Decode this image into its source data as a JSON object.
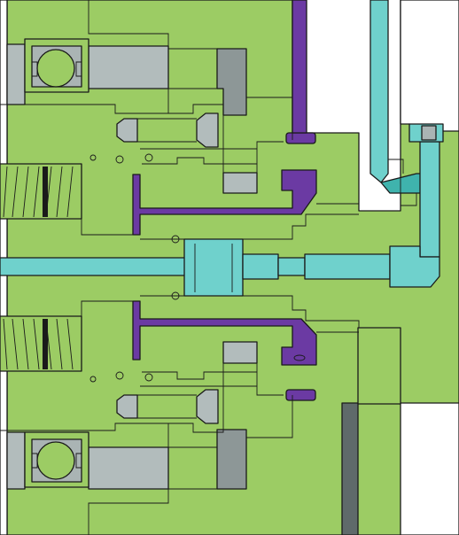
{
  "diagram": {
    "type": "mechanical cross-section",
    "colors": {
      "background": "#ffffff",
      "housing": "#9ccc64",
      "bore": "#b2bcbc",
      "bearing": "#aab4b4",
      "cavity": "#8d9797",
      "coolant_channel": "#6fd1cc",
      "coolant_channel_dark": "#3fb3ad",
      "seal_parts": "#6b3aa3",
      "rod": "#5f6a6a",
      "outline": "#1a1a1a",
      "spring": "#9ccc64"
    },
    "parts": [
      "housing",
      "upper-bearing",
      "lower-bearing",
      "upper-spring-pack",
      "lower-spring-pack",
      "central-coolant-bore",
      "vertical-coolant-channel",
      "rotary-union-fitting",
      "upper-seal-ring",
      "lower-seal-ring",
      "vertical-drain-rod",
      "upper-fastener",
      "lower-fastener"
    ]
  }
}
